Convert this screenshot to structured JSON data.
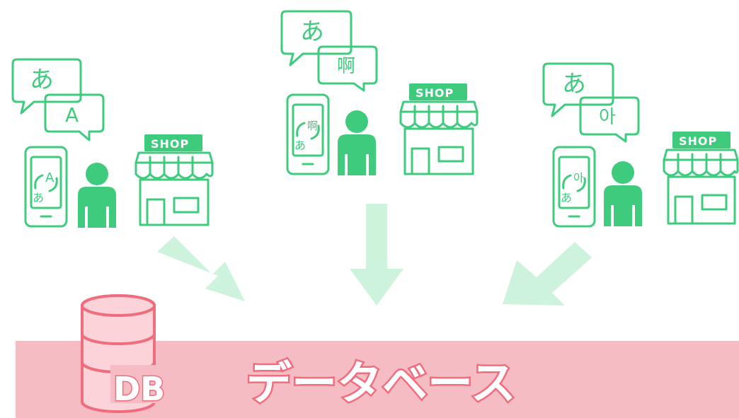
{
  "colors": {
    "green": "#3ecb7e",
    "arrow": "#cdf3dd",
    "banner": "#f6bcc4",
    "db_stroke": "#f06d7d",
    "db_fill": "#fbd3d9"
  },
  "groups": [
    {
      "native": "あ",
      "foreign": "A",
      "shop_label": "SHOP"
    },
    {
      "native": "あ",
      "foreign": "啊",
      "shop_label": "SHOP"
    },
    {
      "native": "あ",
      "foreign": "아",
      "shop_label": "SHOP"
    }
  ],
  "database": {
    "icon_label": "DB",
    "title": "データベース"
  },
  "icons": [
    "speech-bubble-icon",
    "smartphone-translate-icon",
    "person-icon",
    "shop-icon",
    "arrow-icon",
    "database-icon"
  ]
}
